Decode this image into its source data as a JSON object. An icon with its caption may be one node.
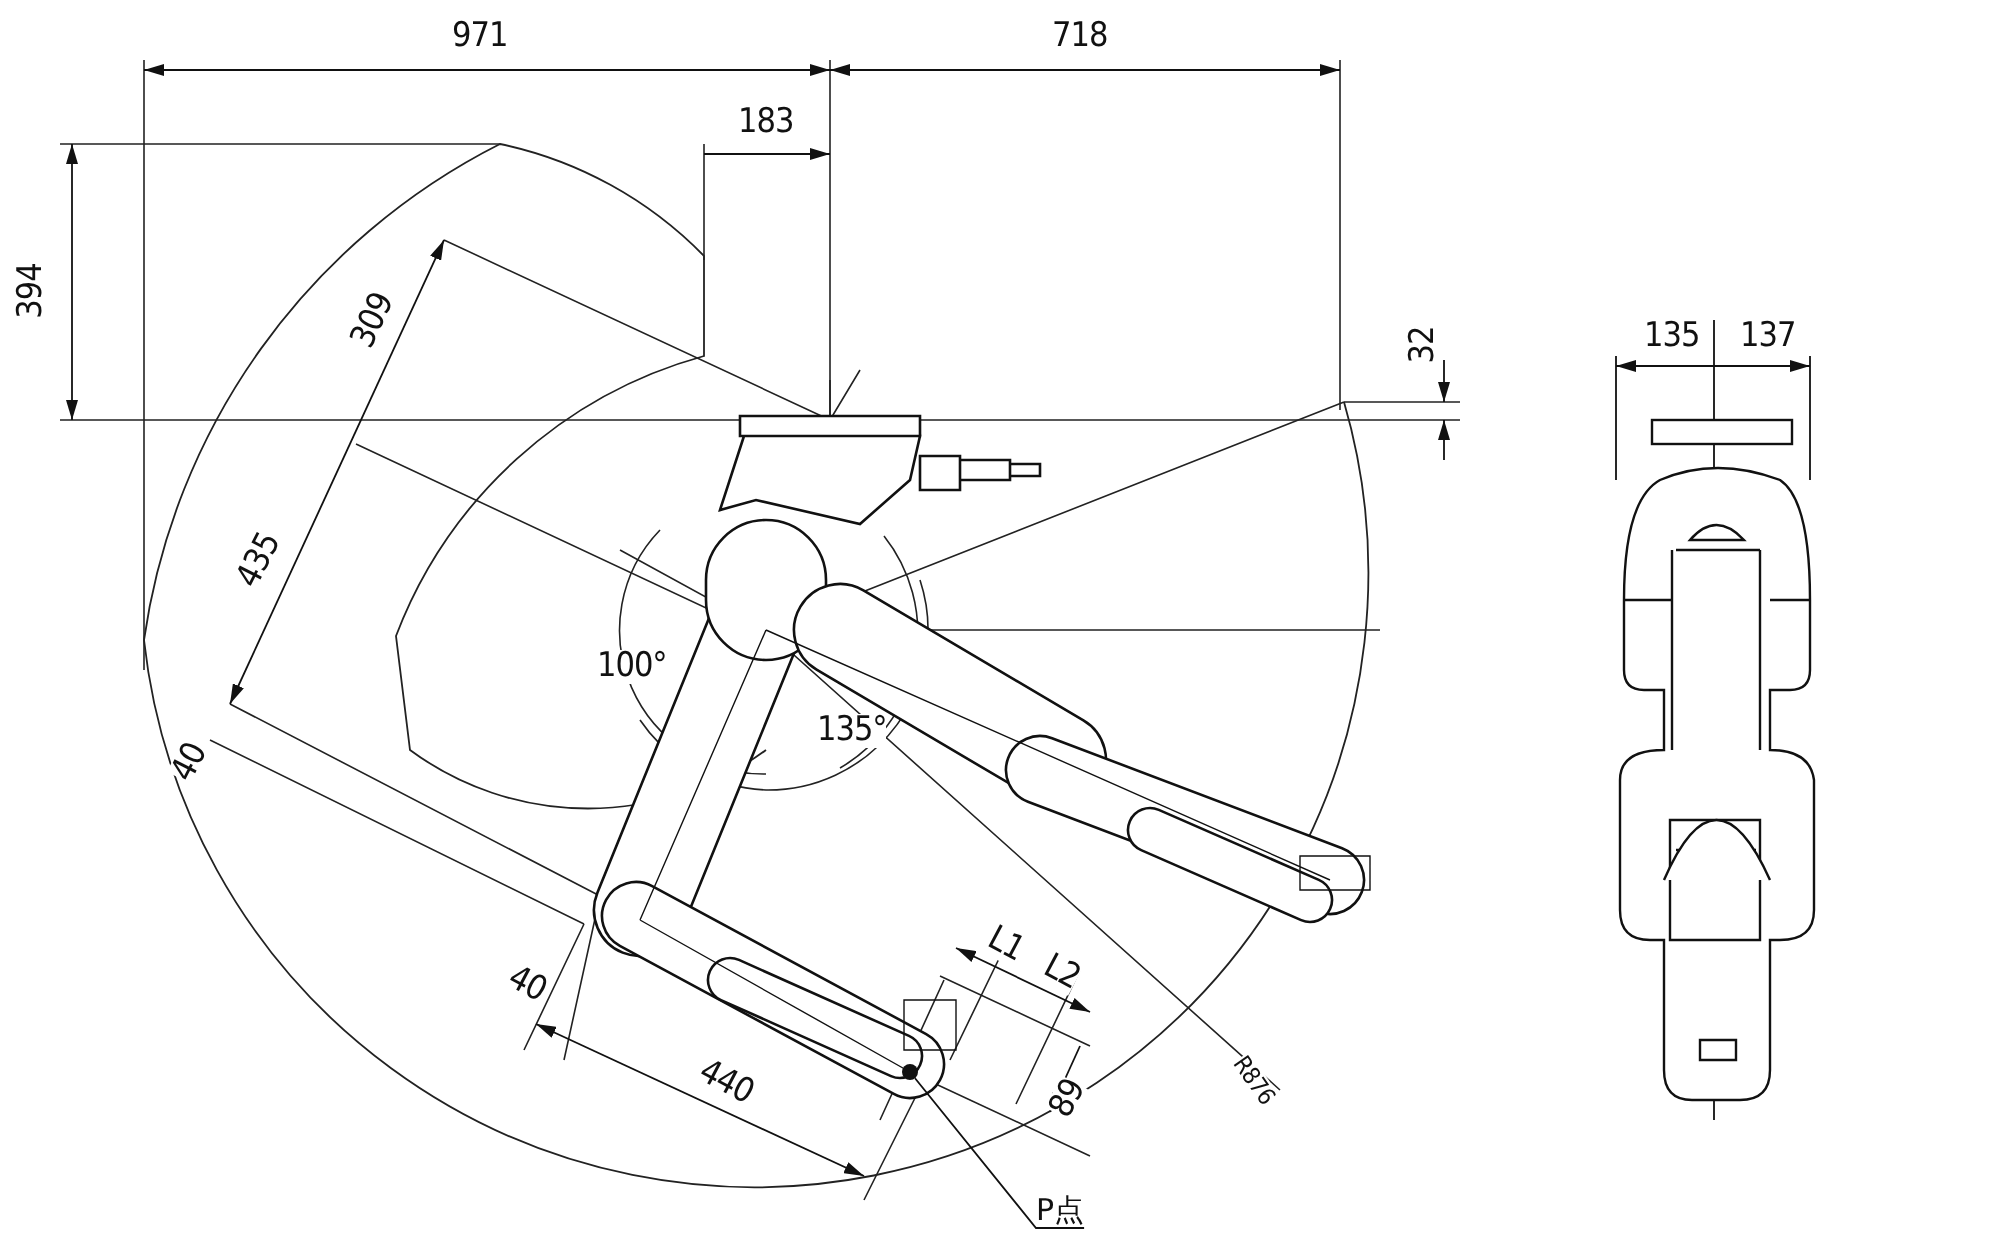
{
  "diagram": {
    "nodes": [
      {
        "text": [
          "P点"
        ]
      },
      {
        "text": [],
        "shape": "circle"
      }
    ],
    "edges": [
      {
        "from": 0,
        "to": 1,
        "arrow": "none"
      }
    ],
    "labels": [
      "971",
      "718",
      "183",
      "394",
      "309",
      "32",
      "135",
      "137",
      "435",
      "100°",
      "135°",
      "40",
      "40",
      "L1",
      "L2",
      "440",
      "89",
      "R876"
    ]
  }
}
